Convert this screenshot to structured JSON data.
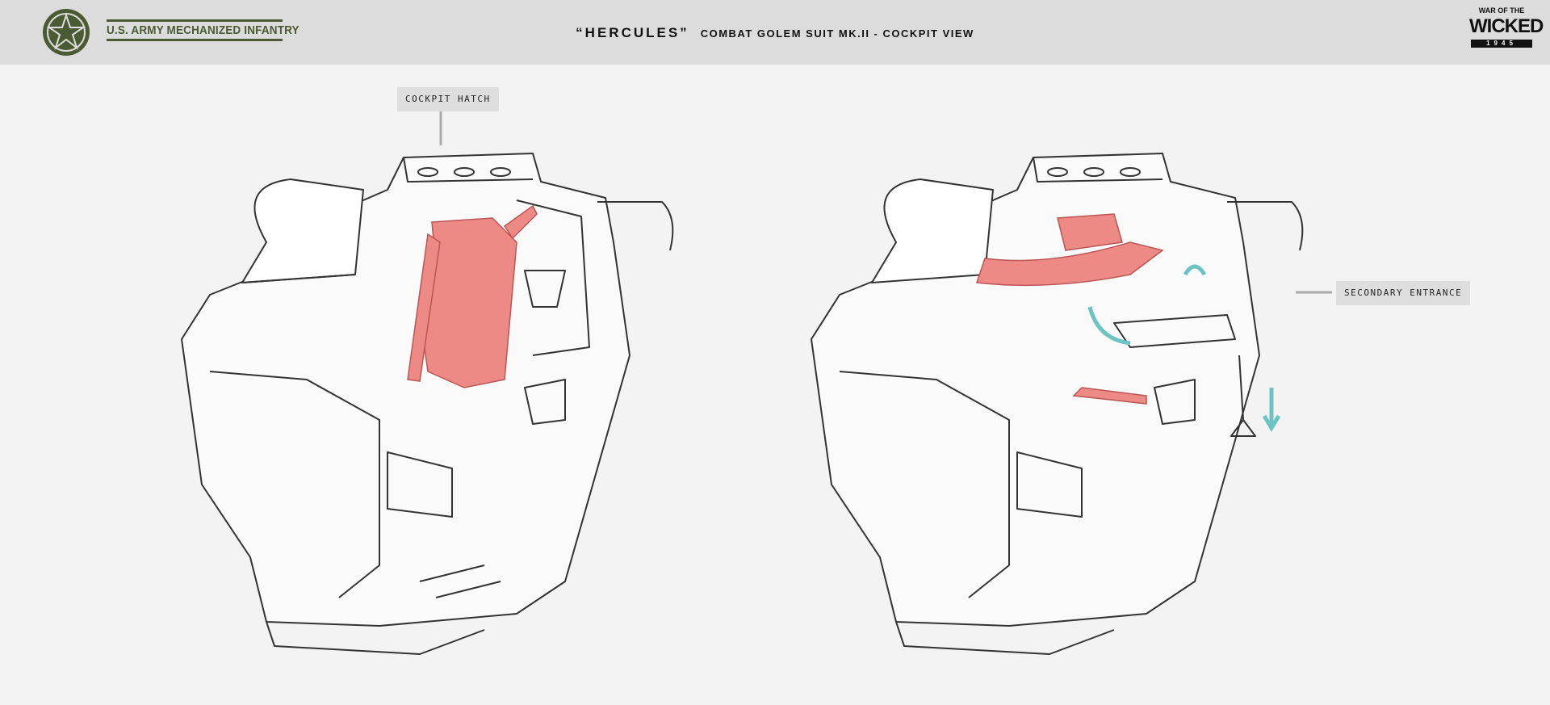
{
  "header": {
    "unit_name": "U.S. ARMY MECHANIZED INFANTRY",
    "title_name": "“HERCULES”",
    "title_sub": "COMBAT GOLEM SUIT MK.II - COCKPIT VIEW",
    "logo": {
      "line1": "WAR OF THE",
      "line2": "WICKED",
      "line3": "1945"
    }
  },
  "callouts": {
    "cockpit_hatch": "COCKPIT HATCH",
    "secondary_entrance": "SECONDARY ENTRANCE"
  },
  "colors": {
    "army_green": "#4a5a32",
    "harness_red": "#ee8a86",
    "arrow_teal": "#6cc3c3",
    "header_bg": "#dcdcdc"
  }
}
